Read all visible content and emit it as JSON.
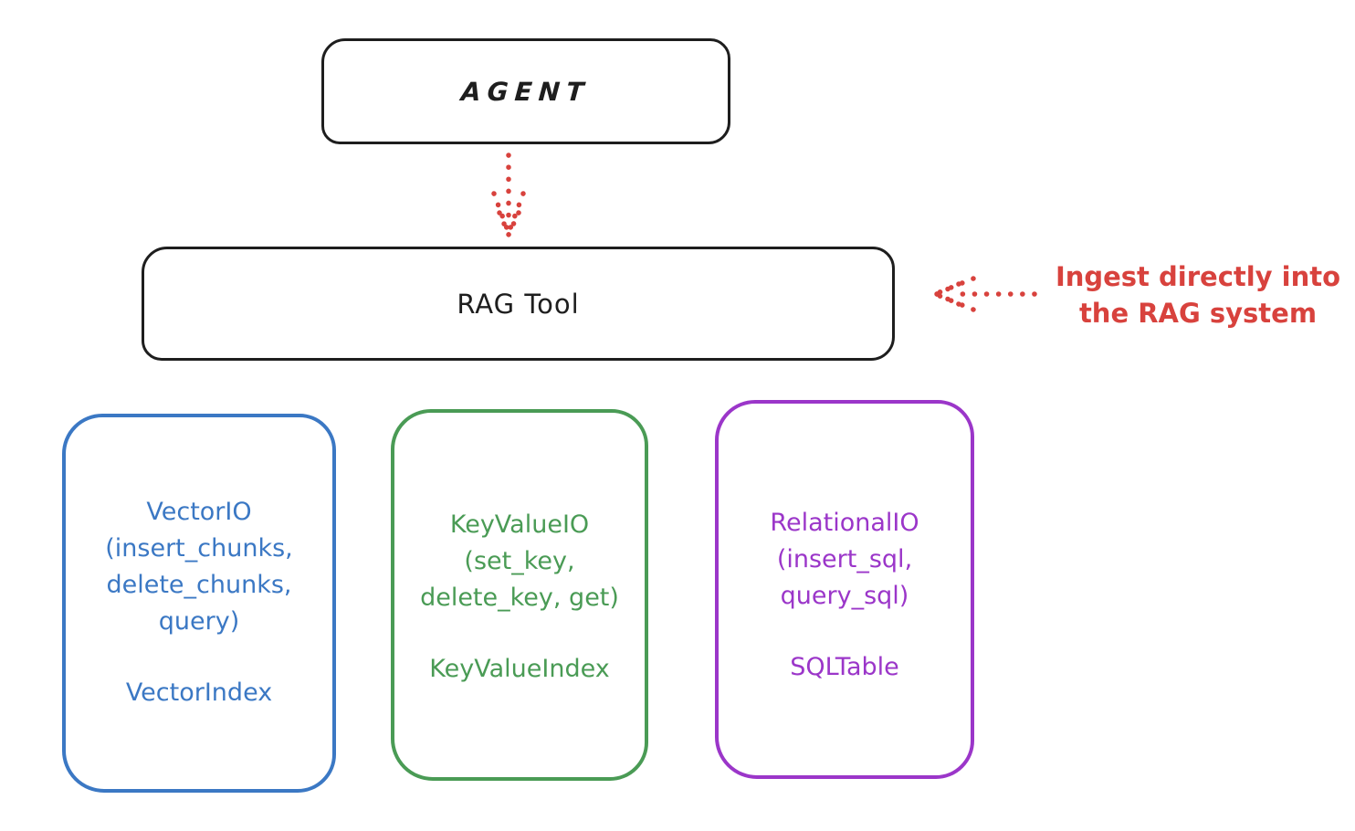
{
  "diagram": {
    "agent": {
      "label": "AGENT"
    },
    "rag_tool": {
      "label": "RAG Tool"
    },
    "annotation": {
      "line1": "Ingest directly into",
      "line2": "the RAG system"
    },
    "backends": [
      {
        "lines": [
          "VectorIO",
          "(insert_chunks,",
          "delete_chunks,",
          "query)"
        ],
        "index_label": "VectorIndex",
        "color": "#3b78c4"
      },
      {
        "lines": [
          "KeyValueIO",
          "(set_key,",
          "delete_key, get)"
        ],
        "index_label": "KeyValueIndex",
        "color": "#4a9b55"
      },
      {
        "lines": [
          "RelationalIO",
          "(insert_sql,",
          "query_sql)"
        ],
        "index_label": "SQLTable",
        "color": "#9b36c9"
      }
    ],
    "colors": {
      "ink": "#1e1e1e",
      "red": "#d8423d",
      "blue": "#3b78c4",
      "green": "#4a9b55",
      "purple": "#9b36c9"
    }
  }
}
